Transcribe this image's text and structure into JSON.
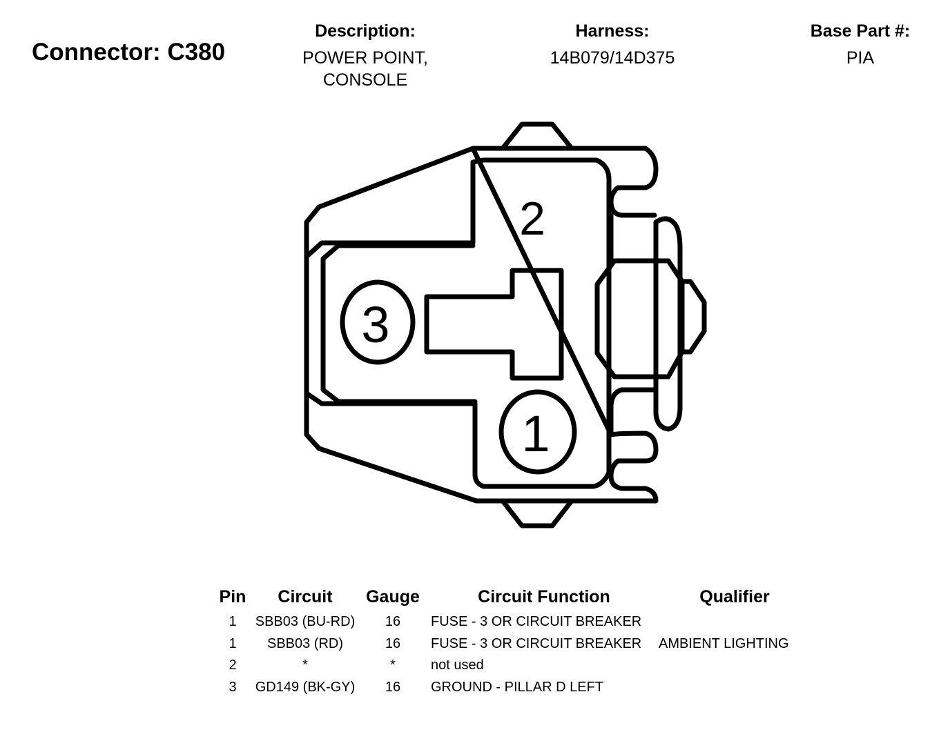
{
  "connector": {
    "title": "Connector: C380"
  },
  "description": {
    "label": "Description:",
    "value_line1": "POWER POINT,",
    "value_line2": "CONSOLE"
  },
  "harness": {
    "label": "Harness:",
    "value": "14B079/14D375"
  },
  "base_part": {
    "label": "Base Part #:",
    "value": "PIA"
  },
  "diagram": {
    "pin_labels": [
      "2",
      "3",
      "1"
    ]
  },
  "table": {
    "headers": {
      "pin": "Pin",
      "circuit": "Circuit",
      "gauge": "Gauge",
      "function": "Circuit Function",
      "qualifier": "Qualifier"
    },
    "rows": [
      {
        "pin": "1",
        "circuit": "SBB03 (BU-RD)",
        "gauge": "16",
        "function": "FUSE - 3 OR CIRCUIT BREAKER",
        "qualifier": ""
      },
      {
        "pin": "1",
        "circuit": "SBB03 (RD)",
        "gauge": "16",
        "function": "FUSE - 3 OR CIRCUIT BREAKER",
        "qualifier": "AMBIENT LIGHTING"
      },
      {
        "pin": "2",
        "circuit": "*",
        "gauge": "*",
        "function": "not used",
        "qualifier": ""
      },
      {
        "pin": "3",
        "circuit": "GD149 (BK-GY)",
        "gauge": "16",
        "function": "GROUND - PILLAR D LEFT",
        "qualifier": ""
      }
    ]
  }
}
